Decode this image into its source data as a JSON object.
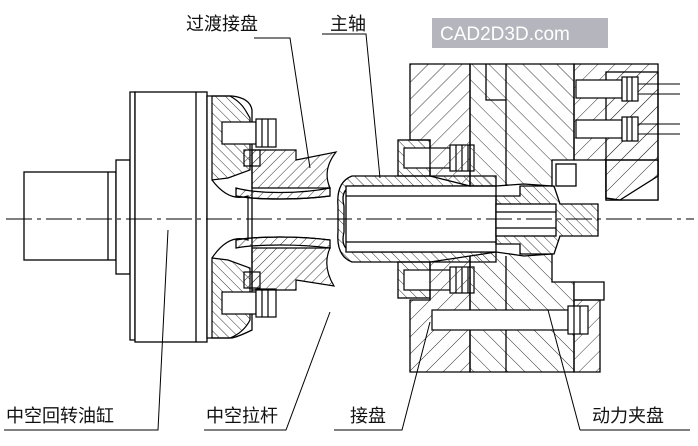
{
  "labels": {
    "transition_plate": "过渡接盘",
    "spindle": "主轴",
    "hollow_rotary_cylinder": "中空回转油缸",
    "hollow_draw_bar": "中空拉杆",
    "adapter_plate": "接盘",
    "power_chuck": "动力夹盘"
  },
  "watermark": "CAD2D3D.com"
}
